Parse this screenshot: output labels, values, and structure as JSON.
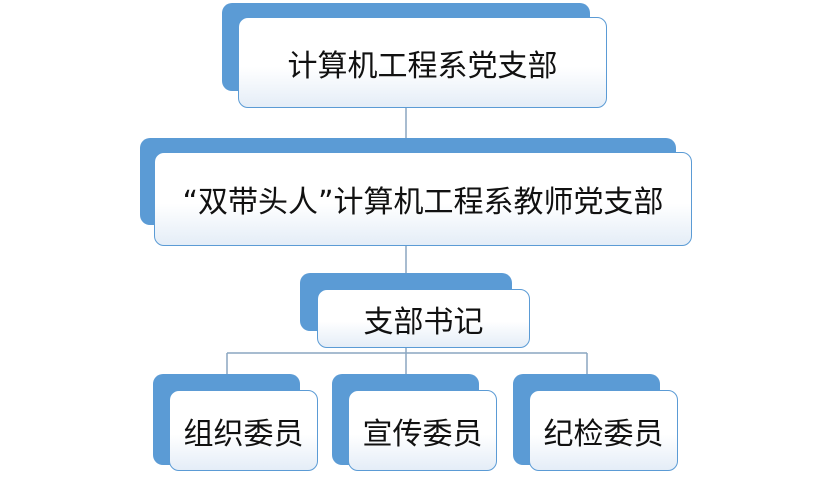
{
  "diagram": {
    "root": {
      "label": "计算机工程系党支部"
    },
    "branch": {
      "label": "“双带头人”计算机工程系教师党支部"
    },
    "secretary": {
      "label": "支部书记"
    },
    "members": [
      {
        "label": "组织委员"
      },
      {
        "label": "宣传委员"
      },
      {
        "label": "纪检委员"
      }
    ]
  },
  "colors": {
    "accent": "#5b9bd5",
    "connector": "#8aa6c1",
    "text": "#111111"
  }
}
